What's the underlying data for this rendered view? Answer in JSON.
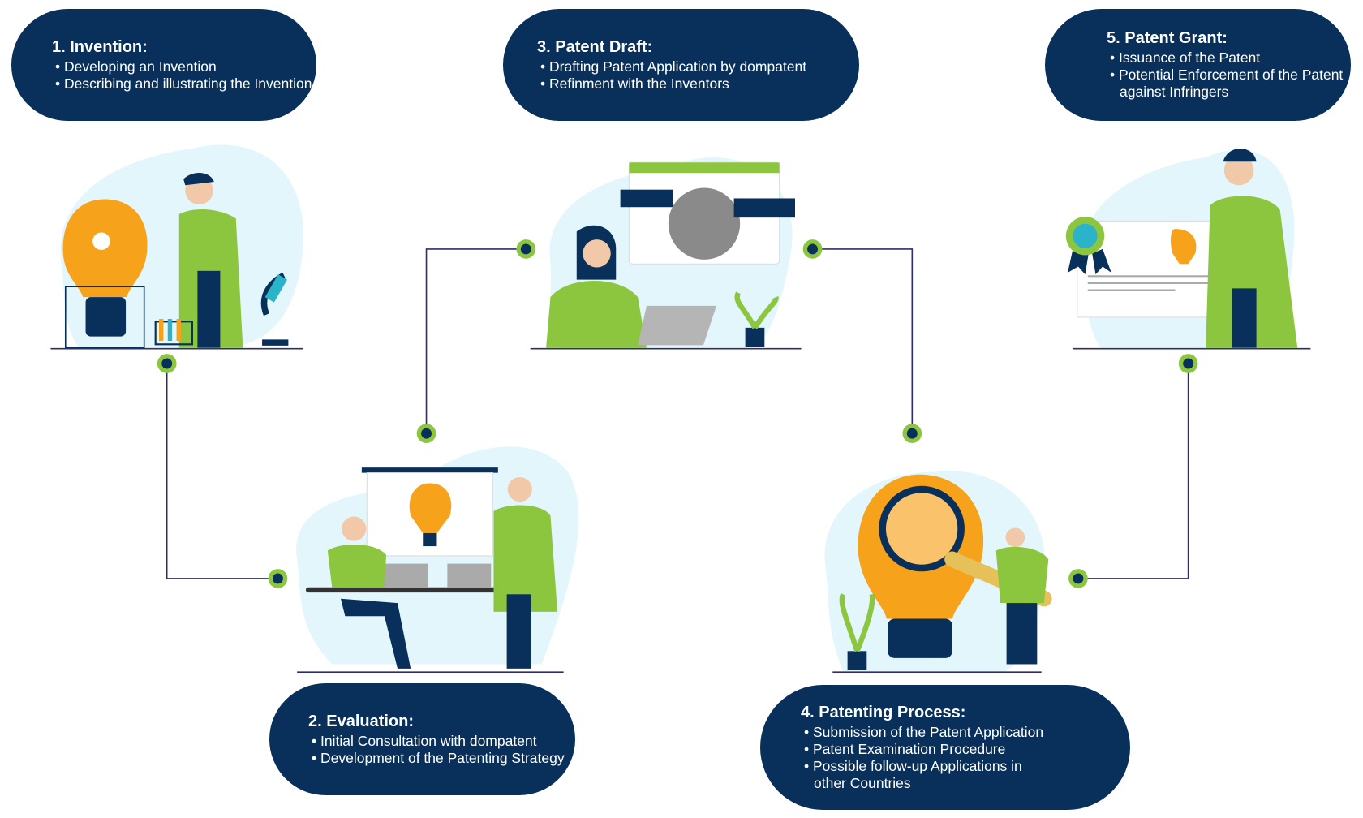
{
  "steps": [
    {
      "title": "1. Invention:",
      "items": [
        "Developing an Invention",
        "Describing and illustrating the Invention"
      ]
    },
    {
      "title": "2. Evaluation:",
      "items": [
        "Initial Consultation with dompatent",
        "Development of the Patenting Strategy"
      ]
    },
    {
      "title": "3. Patent Draft:",
      "items": [
        "Drafting Patent Application by dompatent",
        "Refinment with the Inventors"
      ]
    },
    {
      "title": "4. Patenting Process:",
      "items": [
        "Submission of the Patent Application",
        "Patent Examination Procedure",
        "Possible follow-up Applications in other Countries"
      ]
    },
    {
      "title": "5. Patent Grant:",
      "items": [
        "Issuance of the Patent",
        "Potential Enforcement of the Patent against Infringers"
      ]
    }
  ],
  "colors": {
    "navy": "#08305a",
    "teal": "#2bb3c9",
    "green": "#8cc63f",
    "orange": "#f7a21b",
    "blob": "#e3f6fb"
  }
}
